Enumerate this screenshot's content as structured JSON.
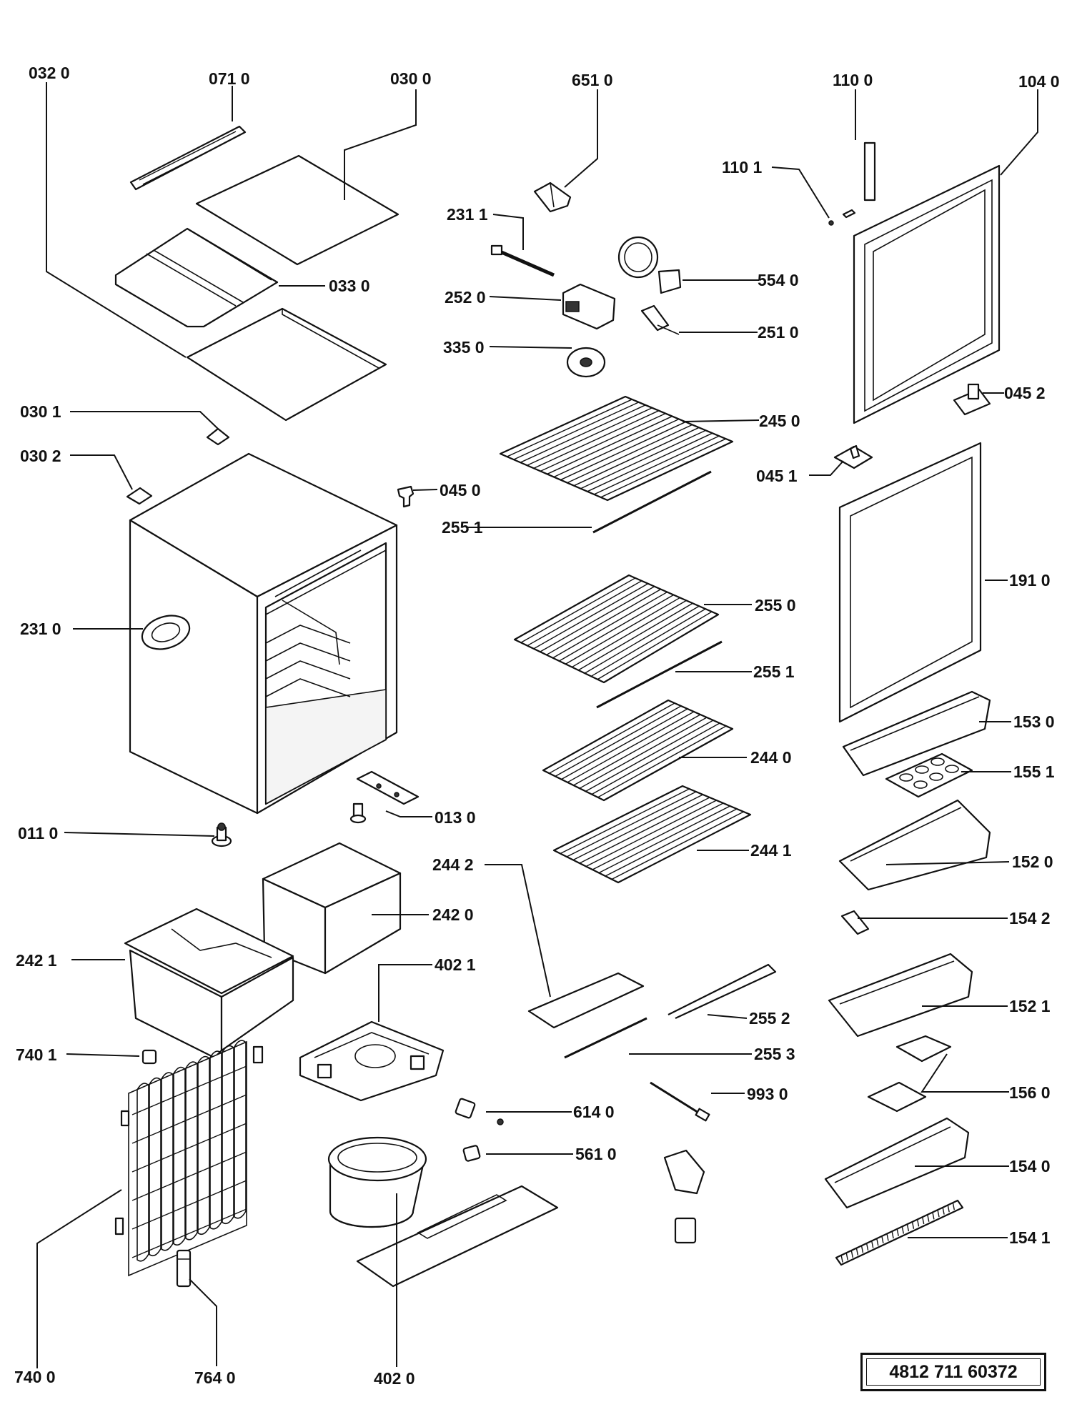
{
  "document_number": "4812 711  60372",
  "callouts": {
    "c0320": "032 0",
    "c0710": "071 0",
    "c0300": "030 0",
    "c6510": "651 0",
    "c1100": "110 0",
    "c1040": "104 0",
    "c1101": "110 1",
    "c2311": "231 1",
    "c0330": "033 0",
    "c5540": "554 0",
    "c2520": "252 0",
    "c2510": "251 0",
    "c3350": "335 0",
    "c0452": "045 2",
    "c0301": "030 1",
    "c2450": "245 0",
    "c0302": "030 2",
    "c0451": "045 1",
    "c0450": "045 0",
    "c2551a": "255 1",
    "c1910": "191 0",
    "c2550": "255 0",
    "c2310": "231 0",
    "c2551b": "255 1",
    "c1530": "153 0",
    "c2440": "244 0",
    "c1551": "155 1",
    "c0130": "013 0",
    "c0110": "011 0",
    "c2441": "244 1",
    "c2442": "244 2",
    "c1520": "152 0",
    "c2420": "242 0",
    "c1542": "154 2",
    "c2421": "242 1",
    "c4021": "402 1",
    "c1521": "152 1",
    "c2552": "255 2",
    "c7401": "740 1",
    "c2553": "255 3",
    "c9930": "993 0",
    "c1560": "156 0",
    "c6140": "614 0",
    "c5610": "561 0",
    "c1540": "154 0",
    "c1541": "154 1",
    "c7400": "740 0",
    "c7640": "764 0",
    "c4020": "402 0"
  }
}
